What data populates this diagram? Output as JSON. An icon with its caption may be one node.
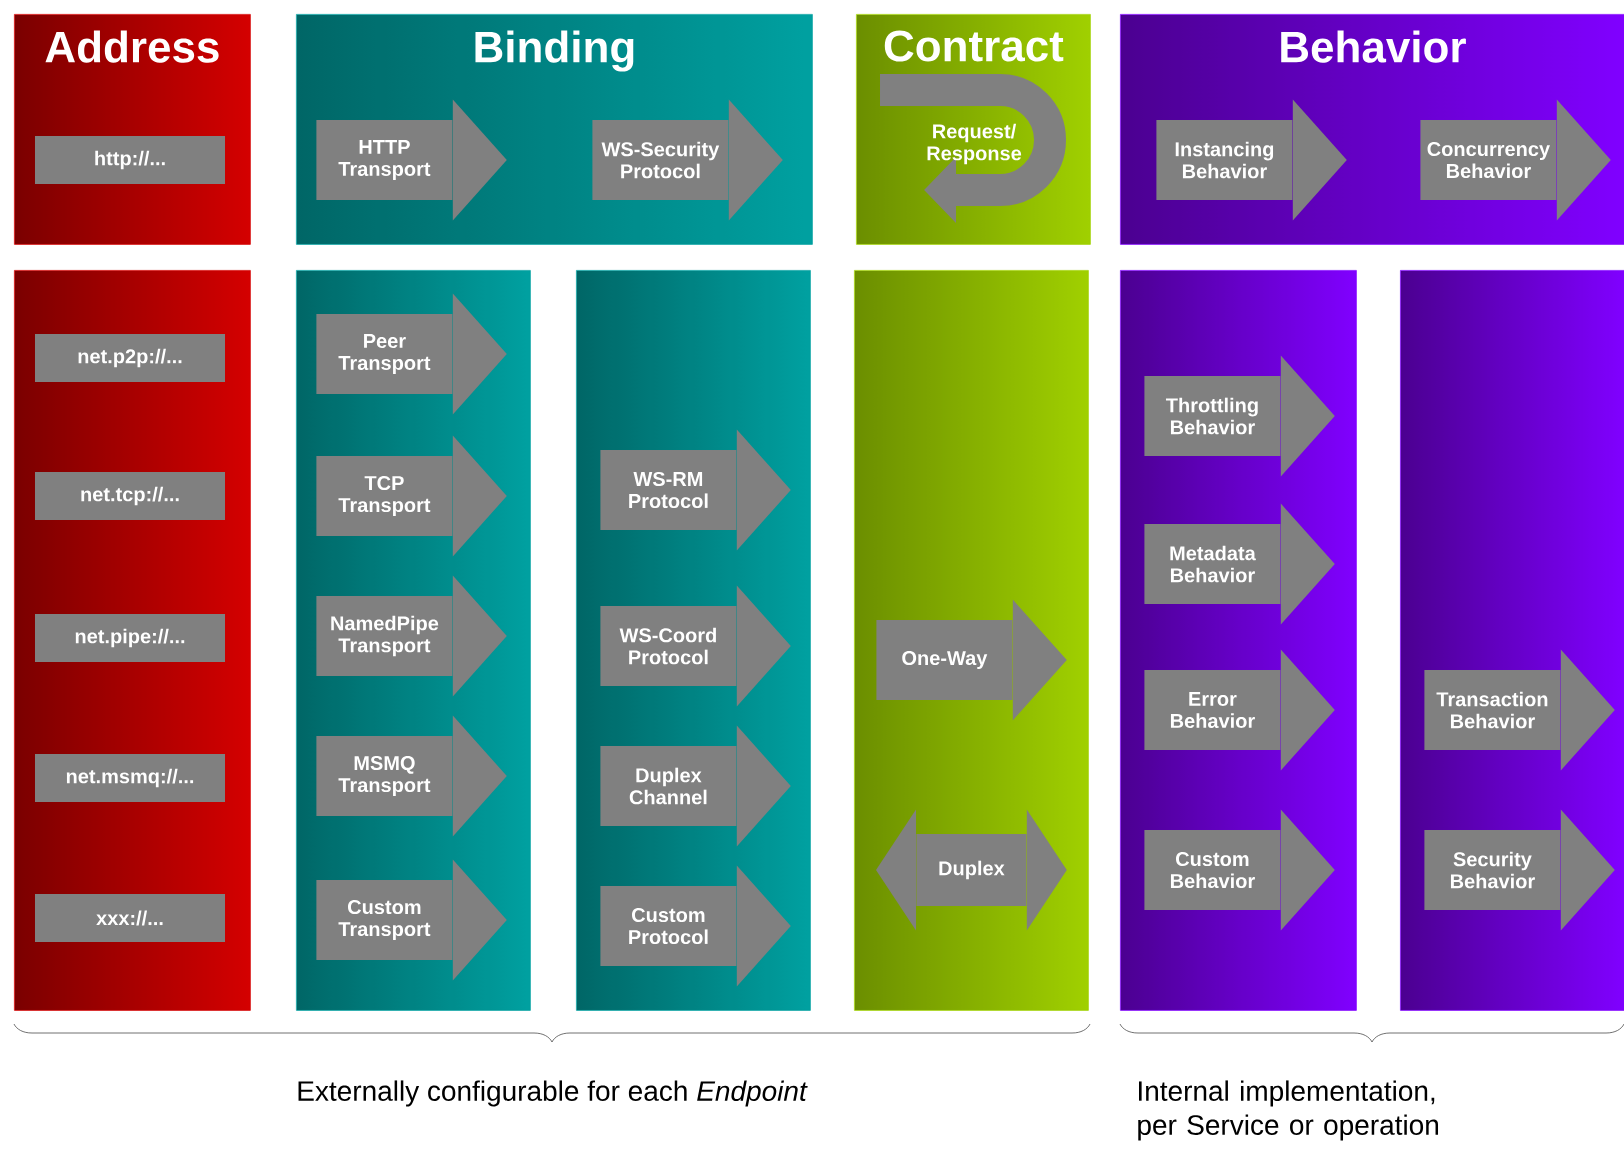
{
  "diagram": {
    "nodes": [
      {
        "text": [
          "Address"
        ]
      },
      {
        "text": [
          "http://..."
        ],
        "in": 0
      },
      {
        "text": [
          "Binding"
        ]
      },
      {
        "text": [
          "HTTP Transport"
        ],
        "in": 2
      },
      {
        "text": [
          "WS-Security Protocol"
        ],
        "in": 2
      },
      {
        "text": [
          "Contract"
        ]
      },
      {
        "text": [
          "Request/ Response"
        ],
        "in": 5
      },
      {
        "text": [
          "Behavior"
        ]
      },
      {
        "text": [
          "Instancing Behavior"
        ],
        "in": 7
      },
      {
        "text": [
          "Concurrency Behavior"
        ],
        "in": 7
      },
      {
        "text": [],
        "shape": "box"
      },
      {
        "text": [
          "net.p2p://..."
        ],
        "in": 10
      },
      {
        "text": [
          "net.tcp://..."
        ],
        "in": 10
      },
      {
        "text": [
          "net.pipe://..."
        ],
        "in": 10
      },
      {
        "text": [
          "net.msmq://..."
        ],
        "in": 10
      },
      {
        "text": [
          "xxx://..."
        ],
        "in": 10
      },
      {
        "text": [],
        "shape": "box"
      },
      {
        "text": [
          "Peer Transport"
        ],
        "in": 16
      },
      {
        "text": [
          "TCP Transport"
        ],
        "in": 16
      },
      {
        "text": [
          "NamedPipe Transport"
        ],
        "in": 16
      },
      {
        "text": [
          "MSMQ Transport"
        ],
        "in": 16
      },
      {
        "text": [
          "Custom Transport"
        ],
        "in": 16
      },
      {
        "text": [],
        "shape": "box"
      },
      {
        "text": [
          "WS-RM Protocol"
        ],
        "in": 22
      },
      {
        "text": [
          "WS-Coord Protocol"
        ],
        "in": 22
      },
      {
        "text": [
          "Duplex Channel"
        ],
        "in": 22
      },
      {
        "text": [
          "Custom Protocol"
        ],
        "in": 22
      },
      {
        "text": [],
        "shape": "box"
      },
      {
        "text": [
          "One-Way"
        ],
        "in": 27
      },
      {
        "text": [
          "Duplex"
        ],
        "in": 27
      },
      {
        "text": [],
        "shape": "box"
      },
      {
        "text": [
          "Throttling Behavior"
        ],
        "in": 30
      },
      {
        "text": [
          "Metadata Behavior"
        ],
        "in": 30
      },
      {
        "text": [
          "Error Behavior"
        ],
        "in": 30
      },
      {
        "text": [
          "Custom Behavior"
        ],
        "in": 30
      },
      {
        "text": [],
        "shape": "box"
      },
      {
        "text": [
          "Transaction Behavior"
        ],
        "in": 35
      },
      {
        "text": [
          "Security Behavior"
        ],
        "in": 35
      }
    ],
    "labels": [
      "Externally configurable for each *Endpoint*",
      "Internal implementation, per Service or operation"
    ]
  }
}
